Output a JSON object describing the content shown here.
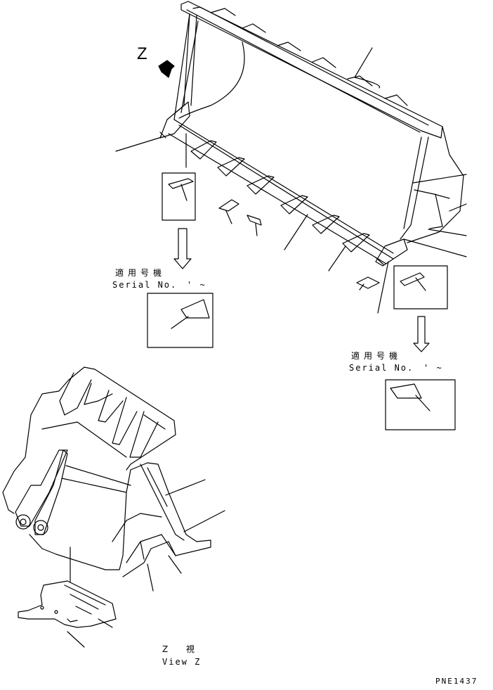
{
  "labels": {
    "z_marker": "Z",
    "serial_jp": "適用号機",
    "serial_en": "Serial No.",
    "serial_range": "' ~",
    "view_jp": "Z  視",
    "view_en": "View Z",
    "figure_code": "PNE1437"
  },
  "icons": {
    "arrow": "view-direction-arrow-icon",
    "hollow_arrow": "hollow-down-arrow-icon"
  }
}
